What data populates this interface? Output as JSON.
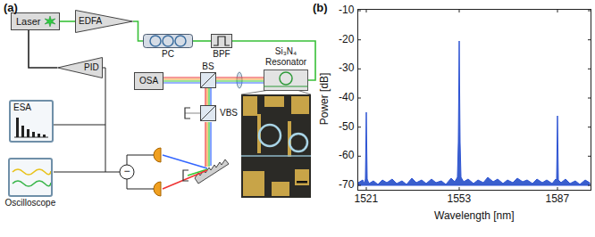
{
  "diagram": {
    "nodes": [
      {
        "text": [
          "Laser"
        ]
      },
      {
        "text": [
          "EDFA"
        ]
      },
      {
        "text": [
          "PC"
        ]
      },
      {
        "text": [
          "BPF"
        ]
      },
      {
        "text": [
          "Si₃N₄ Resonator"
        ]
      },
      {
        "text": [
          "PID"
        ]
      },
      {
        "text": [
          "OSA"
        ]
      },
      {
        "text": [
          "BS"
        ]
      },
      {
        "text": [
          "ESA"
        ]
      },
      {
        "text": [
          "VBS"
        ]
      },
      {
        "text": [
          "Oscilloscope"
        ]
      }
    ],
    "edges": [
      {
        "from": 0,
        "to": 1,
        "arrow": "none"
      },
      {
        "from": 1,
        "to": 2,
        "arrow": "none"
      },
      {
        "from": 2,
        "to": 3,
        "arrow": "none"
      },
      {
        "from": 3,
        "to": 4,
        "arrow": "none"
      },
      {
        "from": 5,
        "to": 0,
        "arrow": "none"
      },
      {
        "from": 4,
        "to": 7,
        "arrow": "none"
      },
      {
        "from": 7,
        "to": 6,
        "arrow": "none"
      },
      {
        "from": 7,
        "to": 9,
        "arrow": "none"
      }
    ],
    "labels": [
      "(a)",
      "−",
      "(b)",
      "-10",
      "-20",
      "-30",
      "-40",
      "-50",
      "-60",
      "-70",
      "1521",
      "1553",
      "1587",
      "Power [dB]",
      "Wavelength [nm]"
    ]
  }
}
